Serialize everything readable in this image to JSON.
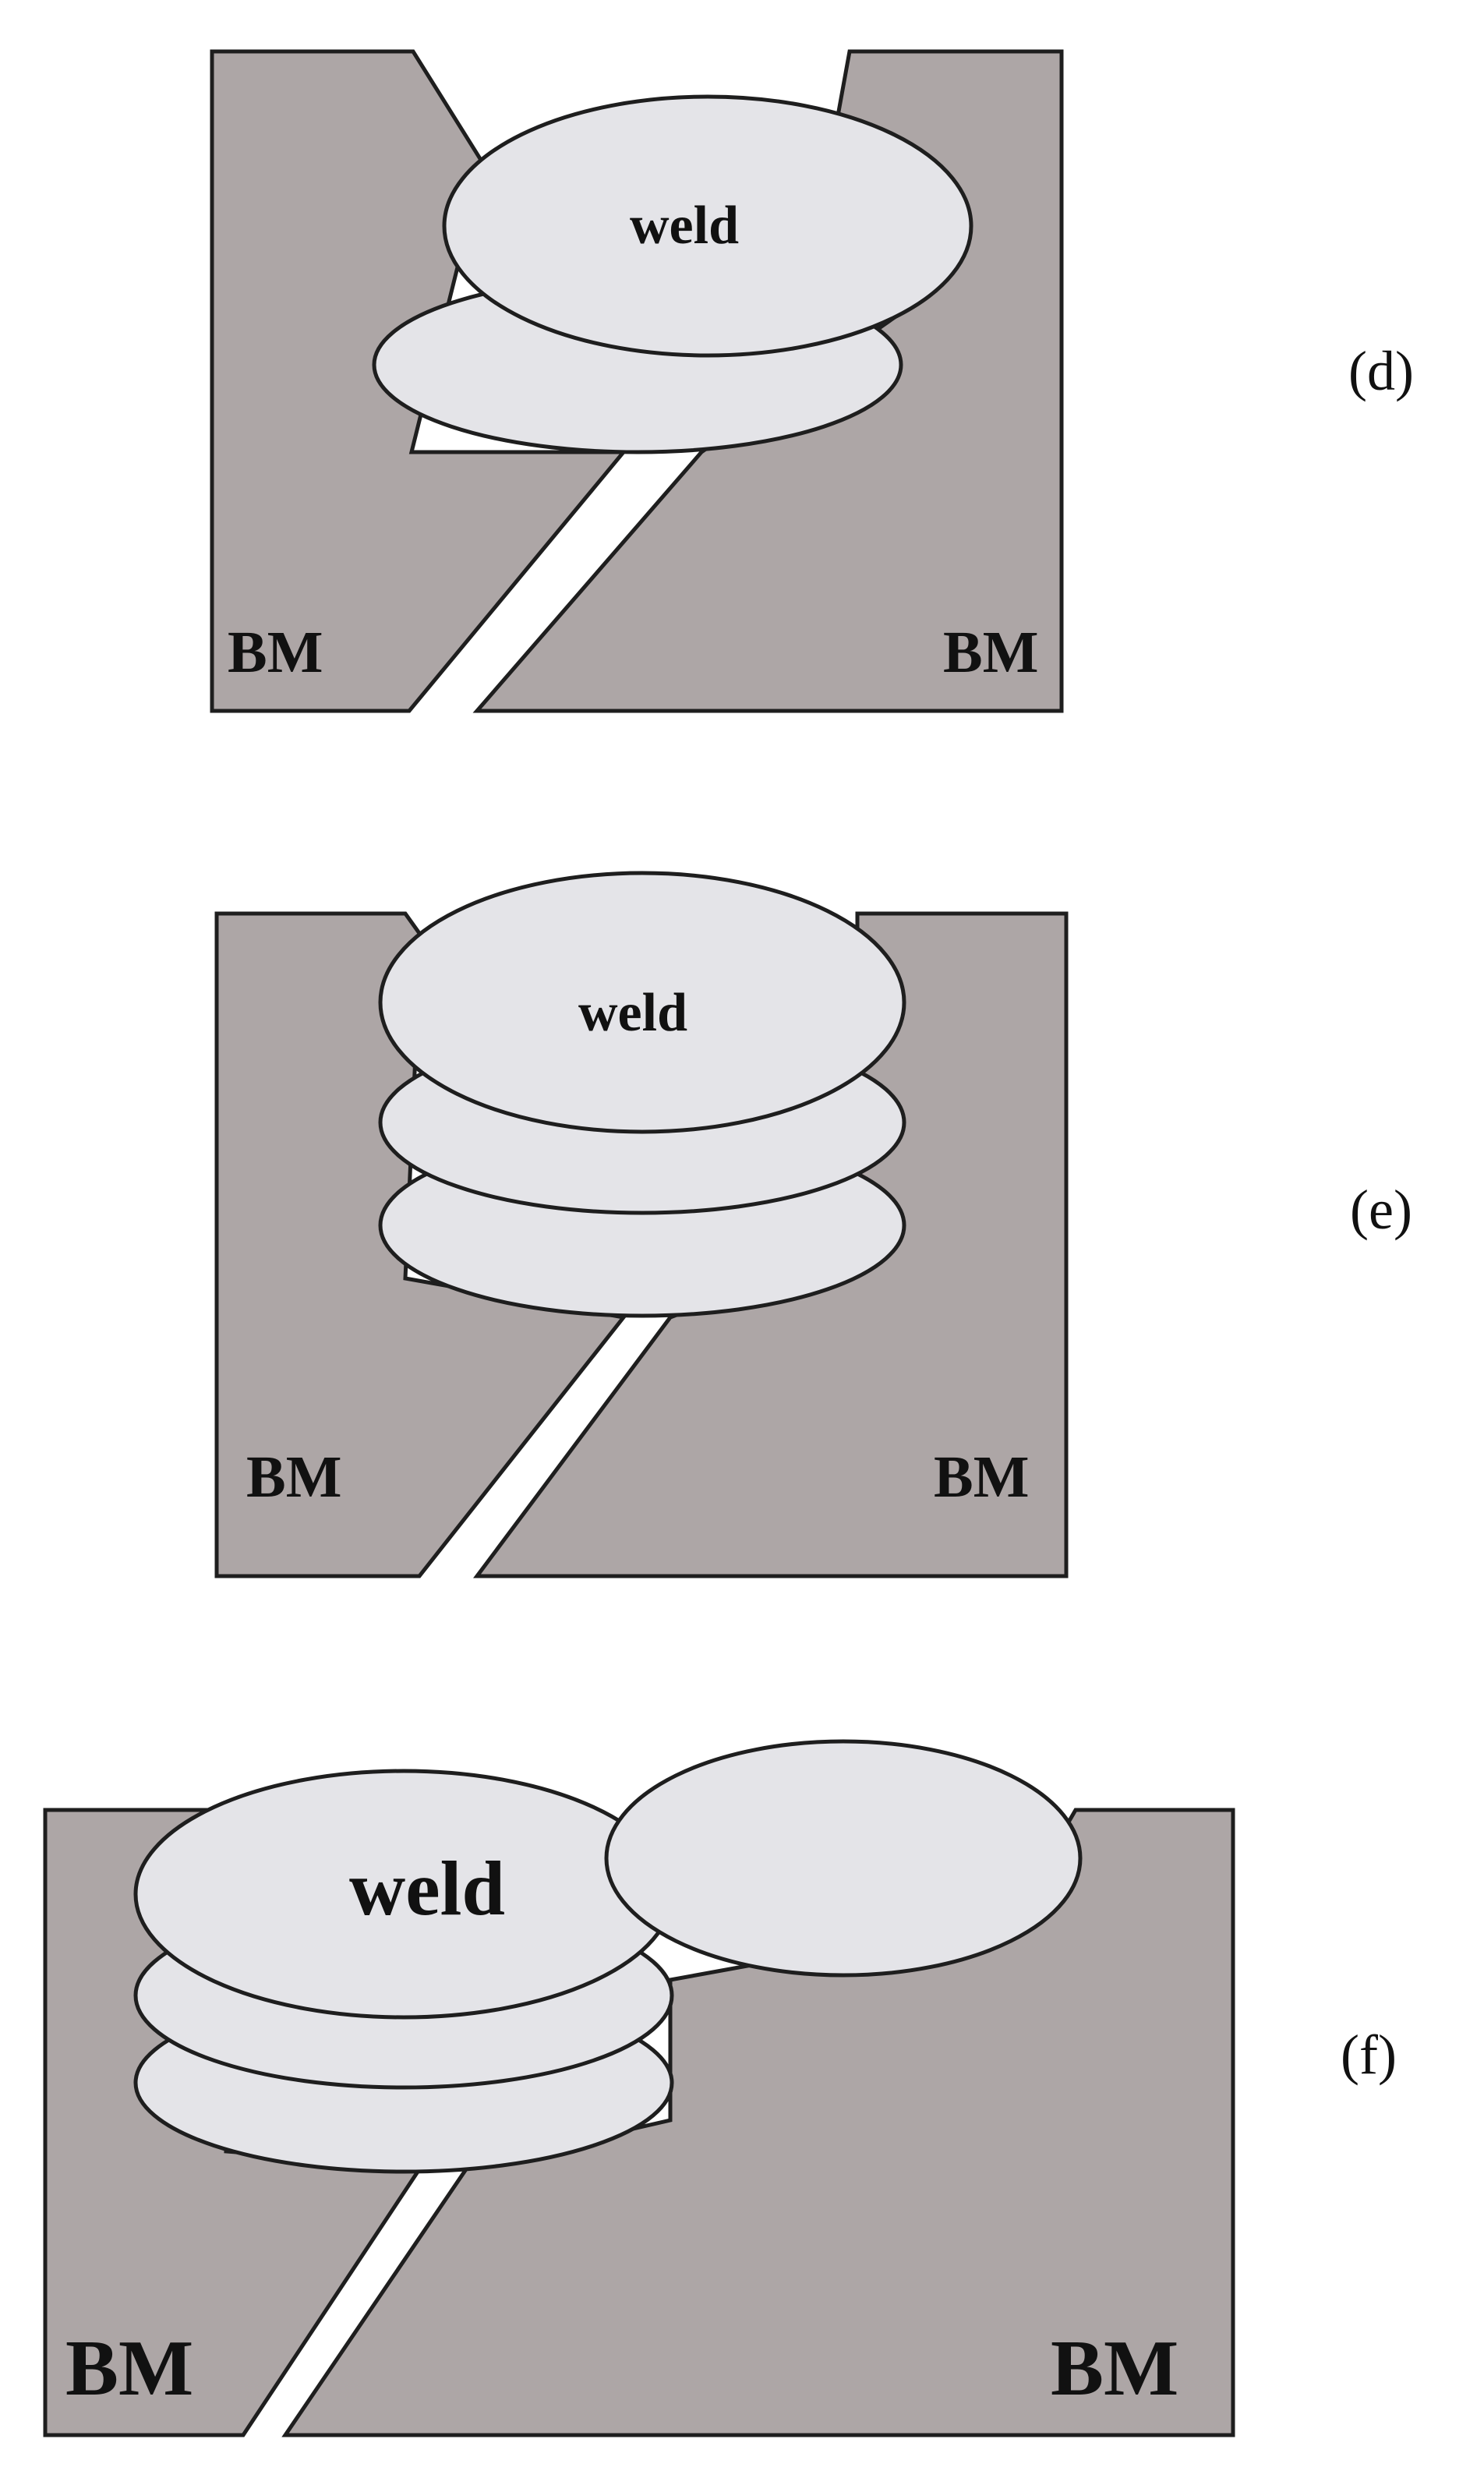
{
  "panels": [
    {
      "id": "d",
      "label": "(d)",
      "weld_label": "weld",
      "left_plate_label": "BM",
      "right_plate_label": "BM"
    },
    {
      "id": "e",
      "label": "(e)",
      "weld_label": "weld",
      "left_plate_label": "BM",
      "right_plate_label": "BM"
    },
    {
      "id": "f",
      "label": "(f)",
      "weld_label": "weld",
      "left_plate_label": "BM",
      "right_plate_label": "BM"
    }
  ],
  "colors": {
    "base_metal": "#ada6a6",
    "weld_bead": "#e4e4e8",
    "outline": "#1e1e1e",
    "root_gap": "#ffffff"
  }
}
